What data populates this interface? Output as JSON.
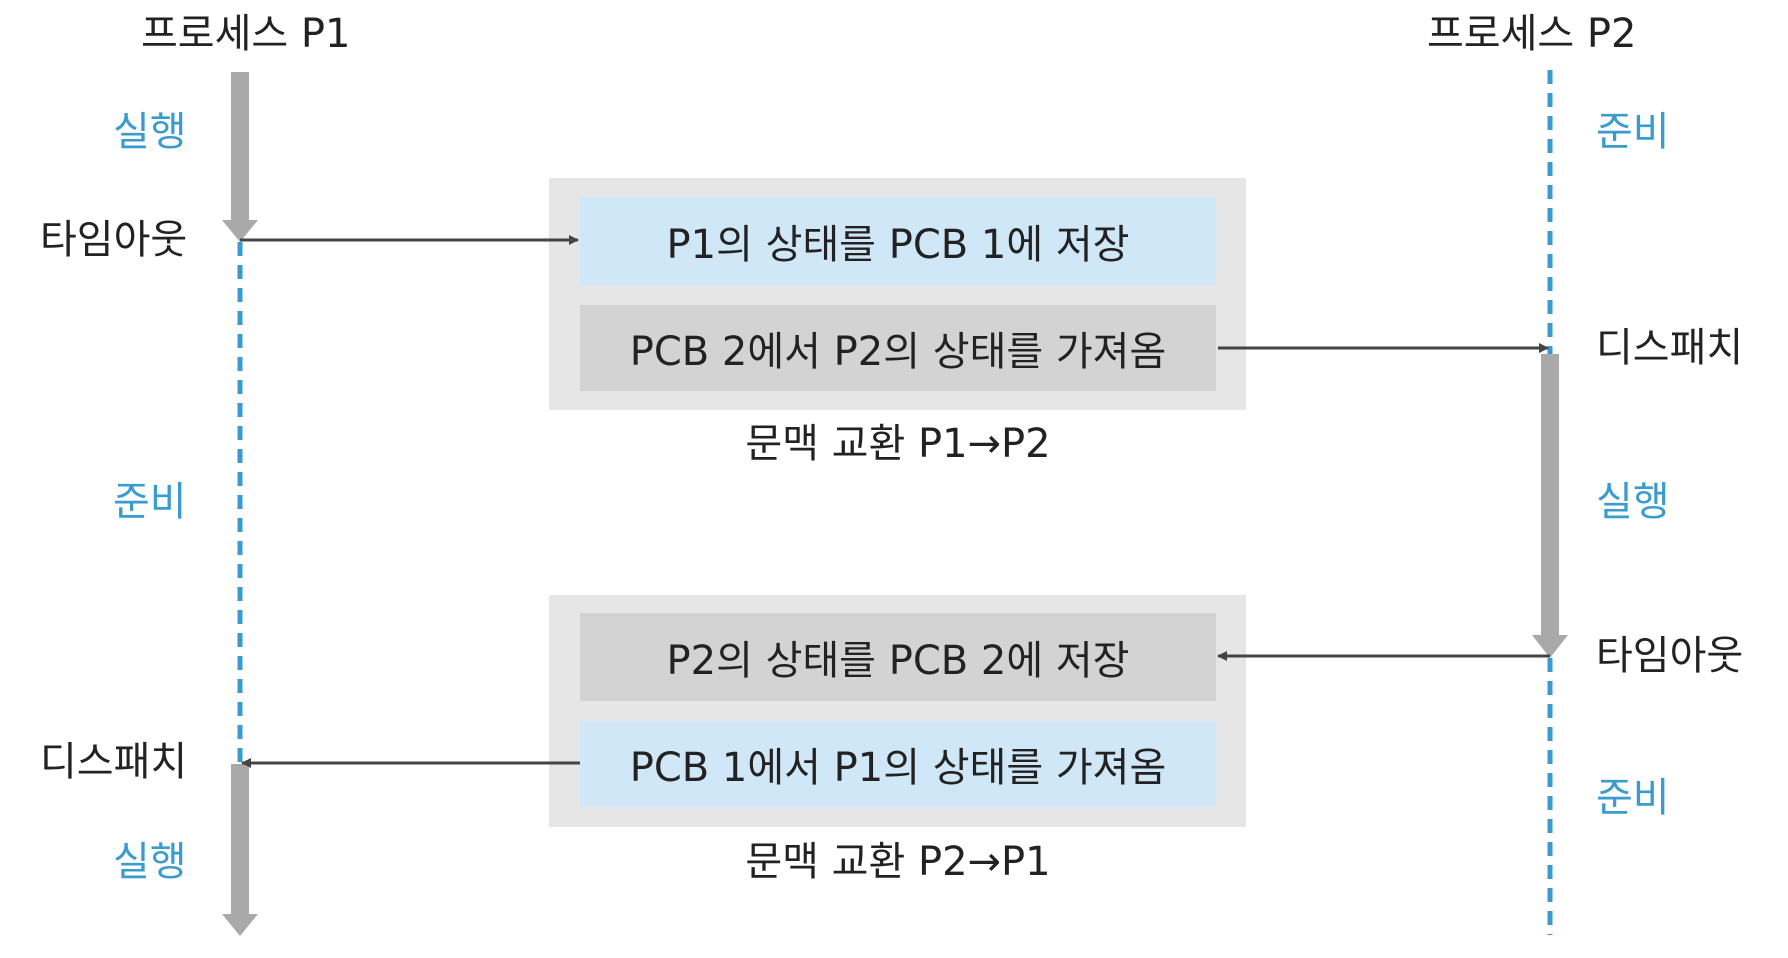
{
  "processes": {
    "p1": {
      "title": "프로세스 P1"
    },
    "p2": {
      "title": "프로세스 P2"
    }
  },
  "p1_labels": {
    "run1": "실행",
    "timeout": "타임아웃",
    "ready": "준비",
    "dispatch": "디스패치",
    "run2": "실행"
  },
  "p2_labels": {
    "ready1": "준비",
    "dispatch": "디스패치",
    "run": "실행",
    "timeout": "타임아웃",
    "ready2": "준비"
  },
  "switch1": {
    "save": "P1의 상태를 PCB 1에 저장",
    "load": "PCB 2에서 P2의 상태를 가져옴",
    "caption": "문맥 교환 P1→P2"
  },
  "switch2": {
    "save": "P2의 상태를 PCB 2에 저장",
    "load": "PCB 1에서 P1의 상태를 가져옴",
    "caption": "문맥 교환 P2→P1"
  },
  "colors": {
    "running": "#a9a9a9",
    "ready_line": "#3a9bd1",
    "panel_bg": "#e6e6e6",
    "save_box": "#d0e7f7",
    "load_box": "#d3d3d3",
    "arrow": "#444444"
  }
}
